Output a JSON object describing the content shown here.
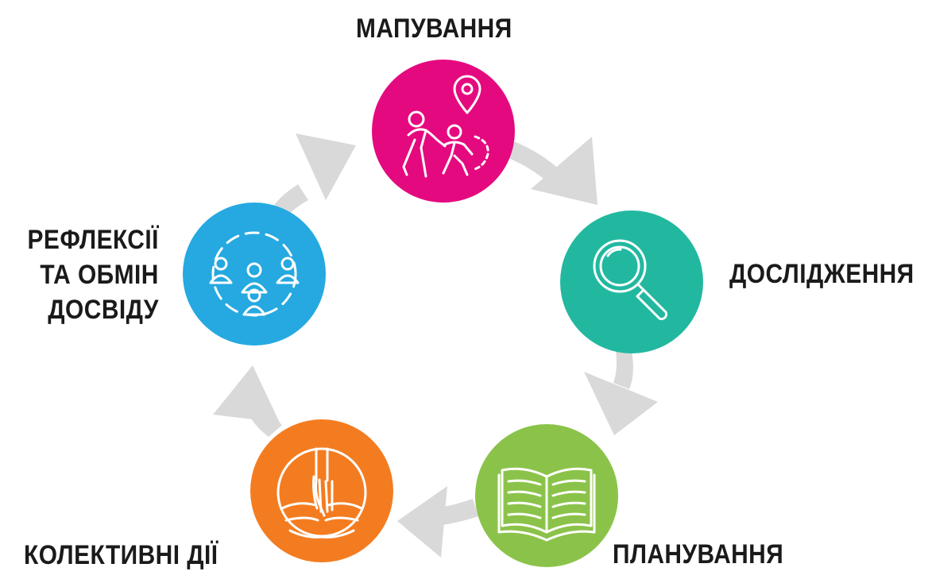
{
  "diagram": {
    "type": "cycle",
    "stages": [
      {
        "id": "mapping",
        "label": "МАПУВАННЯ",
        "color": "#e5097f",
        "icon": "people-with-location-pin-icon"
      },
      {
        "id": "research",
        "label": "ДОСЛІДЖЕННЯ",
        "color": "#22b8a0",
        "icon": "magnifying-glass-icon"
      },
      {
        "id": "planning",
        "label": "ПЛАНУВАННЯ",
        "color": "#8bc34a",
        "icon": "open-book-icon"
      },
      {
        "id": "collective",
        "label": "КОЛЕКТИВНІ ДІЇ",
        "color": "#f47c20",
        "icon": "stacked-hands-icon"
      },
      {
        "id": "reflection",
        "label_lines": [
          "РЕФЛЕКСІЇ",
          "ТА ОБМІН",
          "ДОСВІДУ"
        ],
        "color": "#25a9e0",
        "icon": "group-circle-icon"
      }
    ],
    "arrow_color": "#d9d9d9"
  }
}
